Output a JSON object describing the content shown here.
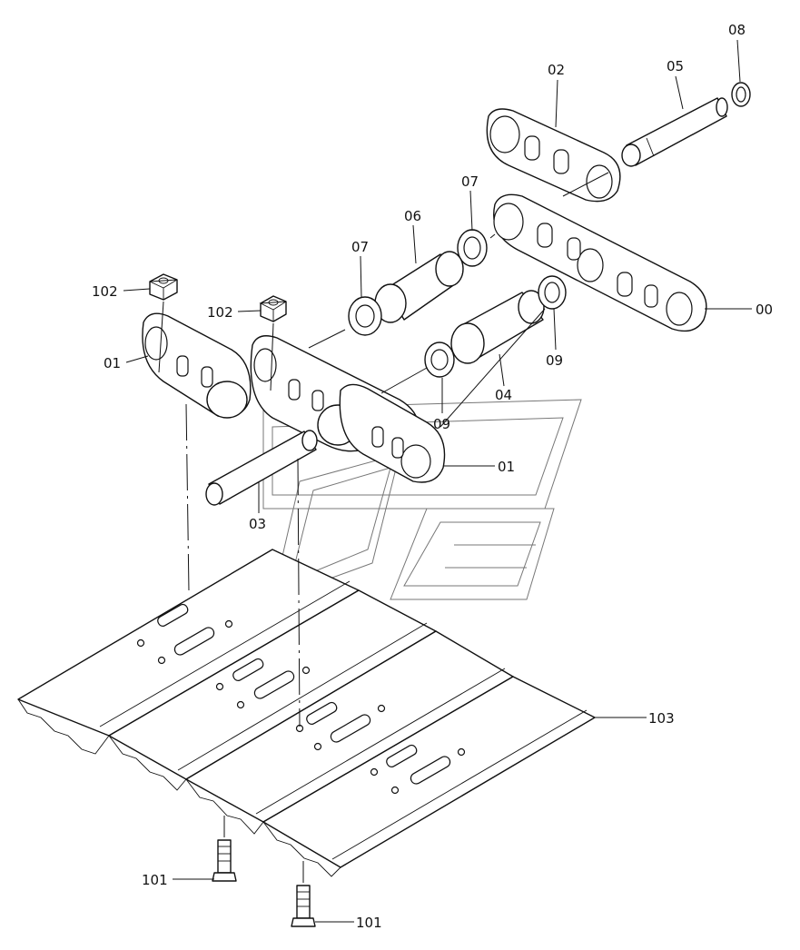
{
  "callouts": {
    "c08": "08",
    "c05": "05",
    "c02": "02",
    "c07a": "07",
    "c06": "06",
    "c07b": "07",
    "c00": "00",
    "c102a": "102",
    "c102b": "102",
    "c01a": "01",
    "c09a": "09",
    "c04": "04",
    "c09b": "09",
    "c01b": "01",
    "c03": "03",
    "c103": "103",
    "c101a": "101",
    "c101b": "101"
  }
}
